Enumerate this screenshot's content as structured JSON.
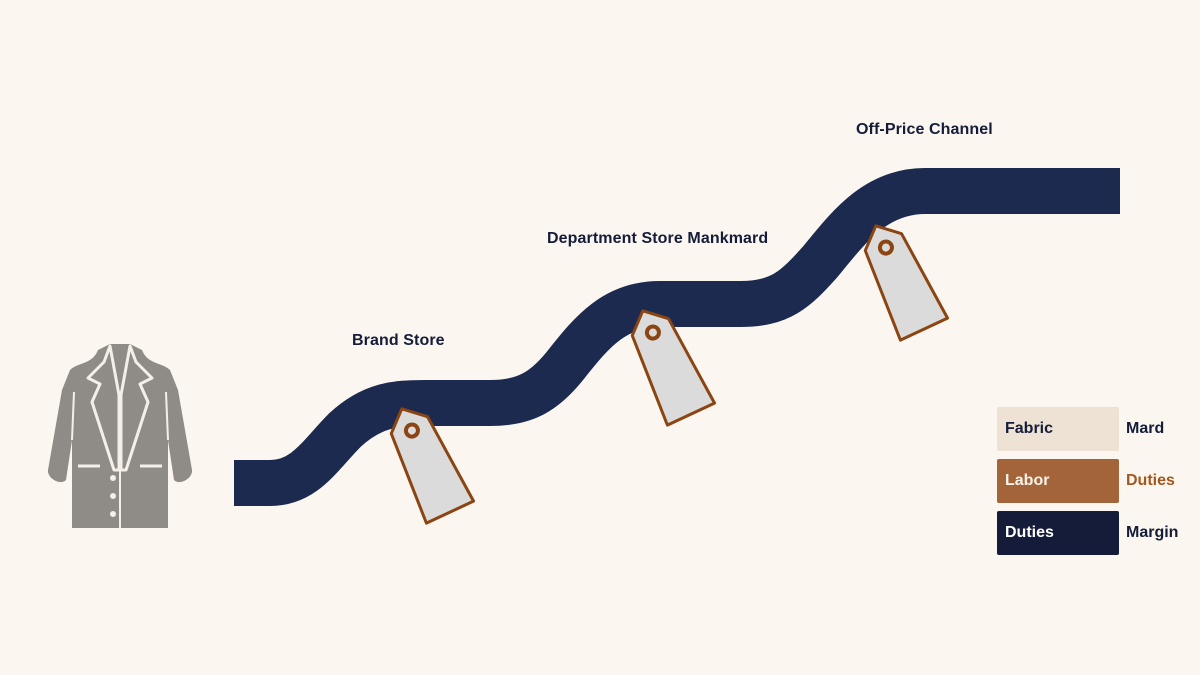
{
  "colors": {
    "background": "#fbf7f0",
    "path": "#1b2a4e",
    "coat": "#8f8b86",
    "tag_fill": "#dcdbdb",
    "tag_border": "#8a4512",
    "fabric": "#ede2d3",
    "labor": "#a4643a",
    "duties": "#141c3a",
    "text_dark": "#141c3a",
    "text_accent": "#a4571f"
  },
  "icons": {
    "garment": "coat-icon",
    "price_tag": "price-tag-icon"
  },
  "stages": [
    {
      "label": "Brand Store"
    },
    {
      "label": "Department Store Mankmard"
    },
    {
      "label": "Off-Price Channel"
    }
  ],
  "legend": [
    {
      "swatch_label": "Fabric",
      "side_label": "Mard",
      "color": "#ede2d3"
    },
    {
      "swatch_label": "Labor",
      "side_label": "Duties",
      "color": "#a4643a"
    },
    {
      "swatch_label": "Duties",
      "side_label": "Margin",
      "color": "#141c3a"
    }
  ]
}
